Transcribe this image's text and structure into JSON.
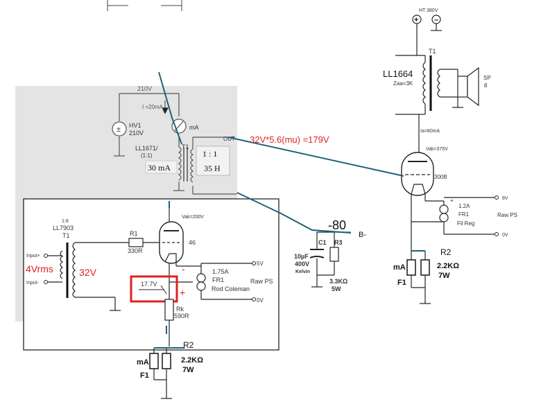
{
  "colors": {
    "annotation_red": "#e02020",
    "arrow_blue": "#1f5f7f",
    "grey_panel": "#e4e4e4",
    "wire": "#222222"
  },
  "top_stage": {
    "ht": "HT 380V",
    "t1": "T1",
    "transformer": "LL1664",
    "zaa": "Zaa=3K",
    "speaker_name": "SP",
    "speaker_value": "8",
    "ia": "Ia=80mA",
    "vak": "Vak=375V",
    "tube": "300B",
    "fil_plus": "+",
    "fil_current": "1.2A",
    "fil_fr": "FR1",
    "fil_reg": "Fil Reg",
    "fil_v_top": "8V",
    "fil_v_bot": "0V",
    "raw_ps": "Raw PS",
    "r2_name": "R2",
    "r2_value": "2.2KΩ",
    "r2_power": "7W",
    "meter": "mA",
    "fuse": "F1"
  },
  "interstage": {
    "supply": "210V",
    "current": "I =20mA",
    "hv_name": "HV1",
    "hv_value": "210V",
    "meter": "mA",
    "transformer": "LL1671/",
    "ratio_small": "(1:1)",
    "t1": "T1",
    "out": "OUT",
    "ratio": "1 : 1",
    "current_box": "30 mA",
    "inductance": "35 H"
  },
  "annotations": {
    "gain": "32V*5.6(mu) =179V",
    "input_vrms": "4Vrms",
    "secondary": "32V",
    "bias_voltage": "-80",
    "bias_b": "B-",
    "cathode_minus": "-",
    "cathode_plus": "+"
  },
  "bias_supply": {
    "c1": "C1",
    "r3": "R3",
    "cap": "10µF",
    "cap_v": "400V",
    "cap_brand": "Kelvin",
    "r3_value": "3.3KΩ",
    "r3_power": "5W"
  },
  "input_stage": {
    "ratio": "1:8",
    "transformer": "LL7903",
    "t1": "T1",
    "in_plus": "Input+",
    "in_minus": "Input-",
    "r1": "R1",
    "r1_value": "330R",
    "vak": "Vak=200V",
    "tube": "46",
    "fil_current": "1.75A",
    "fil_fr": "FR1",
    "fil_name": "Rod Coleman",
    "fil_v_top": "5V",
    "fil_v_bot": "0V",
    "raw_ps": "Raw PS",
    "bias_reading": "17.7V",
    "rk": "Rk",
    "rk_value": "590R",
    "r2_name": "R2",
    "r2_value": "2.2KΩ",
    "r2_power": "7W",
    "meter": "mA",
    "fuse": "F1"
  }
}
